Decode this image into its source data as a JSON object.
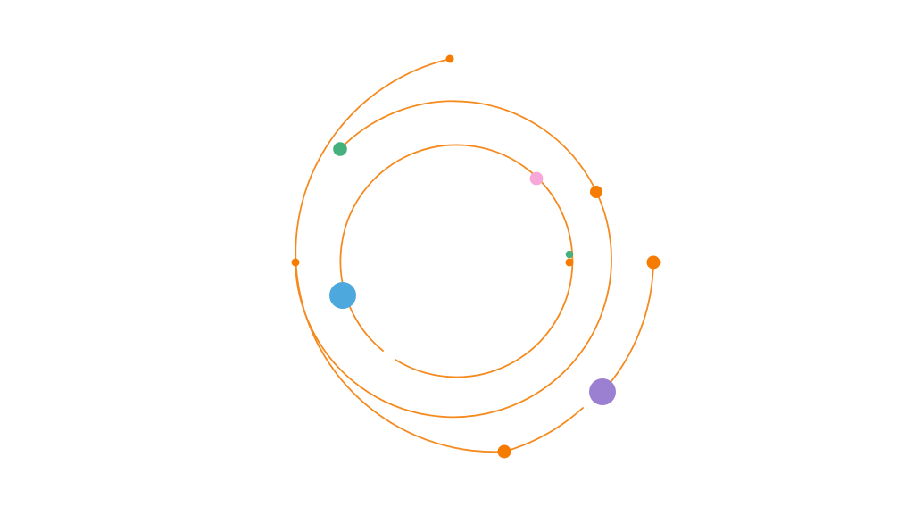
{
  "diagram": {
    "kind": "orbit-rings",
    "colors": {
      "background": "#ffffff",
      "orbit_line": "#F58A1F",
      "orbit_endpoint": "#F57C00",
      "green_planet": "#46B07D",
      "pink_planet": "#F7A8D8",
      "blue_planet": "#4CA8DD",
      "purple_planet": "#9B7FD0",
      "small_green_planet": "#46B07D"
    },
    "orbits": [
      {
        "name": "inner-orbit"
      },
      {
        "name": "middle-orbit"
      },
      {
        "name": "outer-orbit"
      },
      {
        "name": "lower-right-arc"
      }
    ],
    "planets": [
      {
        "name": "green-planet",
        "color": "green_planet"
      },
      {
        "name": "pink-planet",
        "color": "pink_planet"
      },
      {
        "name": "blue-planet",
        "color": "blue_planet"
      },
      {
        "name": "purple-planet",
        "color": "purple_planet"
      },
      {
        "name": "small-green-planet",
        "color": "small_green_planet"
      }
    ]
  }
}
